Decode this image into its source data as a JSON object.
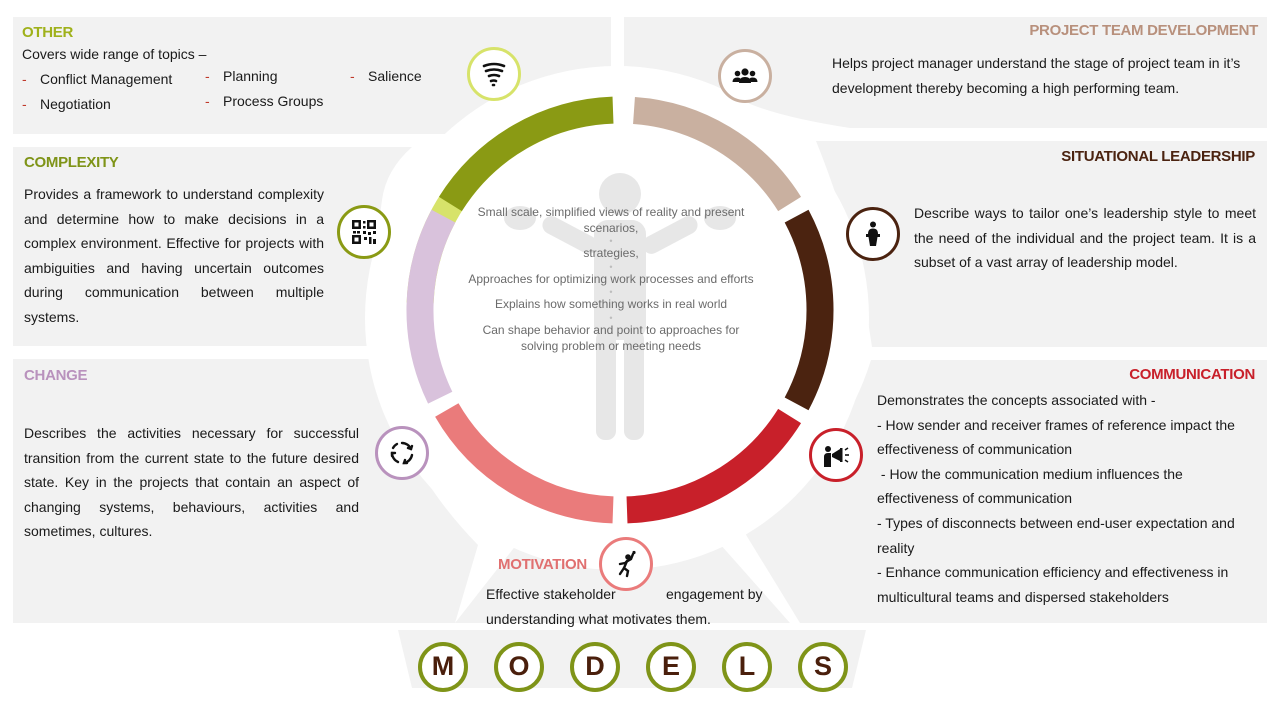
{
  "colors": {
    "other": "#d7e36a",
    "complexity": "#8a9a14",
    "change": "#d9c2dc",
    "motivation": "#ea7b7b",
    "communication": "#c8202a",
    "situational": "#4b2310",
    "team": "#c9b0a0",
    "models_ring": "#7f9418",
    "models_text": "#4a1f0c"
  },
  "other": {
    "title": "OTHER",
    "intro": "Covers wide range of topics –",
    "items": [
      "Conflict Management",
      "Negotiation",
      "Planning",
      "Process Groups",
      "Salience"
    ],
    "icon": "tornado-icon"
  },
  "complexity": {
    "title": "COMPLEXITY",
    "text": "Provides a framework to understand complexity and determine how to make decisions in a complex environment. Effective for projects with ambiguities and having uncertain outcomes during communication between multiple systems.",
    "icon": "qr-code-icon"
  },
  "change": {
    "title": "CHANGE",
    "text": "Describes the activities necessary for successful transition from the current state to the future desired state. Key in the projects that contain an aspect of changing systems, behaviours, activities and sometimes, cultures.",
    "icon": "cycle-arrows-icon"
  },
  "motivation": {
    "title": "MOTIVATION",
    "line1a": "Effective stakeholder",
    "line1b": "engagement by",
    "line2": "understanding what motivates them.",
    "icon": "jumping-person-icon"
  },
  "team": {
    "title": "PROJECT TEAM DEVELOPMENT",
    "line1": "Helps project manager understand the stage of project team in it’s",
    "line2": "development thereby becoming a high performing team.",
    "icon": "team-icon"
  },
  "situational": {
    "title": "SITUATIONAL LEADERSHIP",
    "text": "Describe ways to tailor one’s leadership style to meet the need of the individual and the project team. It is a subset of a vast array of leadership model.",
    "icon": "podium-speaker-icon"
  },
  "communication": {
    "title": "COMMUNICATION",
    "lines": [
      "Demonstrates the concepts associated with -",
      "- How sender and receiver frames of reference impact the",
      "effectiveness of communication",
      " - How the communication medium influences the",
      "effectiveness of communication",
      "- Types of disconnects between end-user expectation and",
      "reality",
      "- Enhance communication efficiency and effectiveness in",
      "multicultural teams and dispersed stakeholders"
    ],
    "icon": "megaphone-person-icon"
  },
  "center": {
    "points": [
      "Small scale, simplified views of reality and present scenarios,",
      "strategies,",
      "Approaches for optimizing work processes and efforts",
      "Explains how something works in real world",
      "Can shape behavior and point to approaches for solving problem or meeting needs"
    ],
    "bullet": "•"
  },
  "models": [
    "M",
    "O",
    "D",
    "E",
    "L",
    "S"
  ]
}
